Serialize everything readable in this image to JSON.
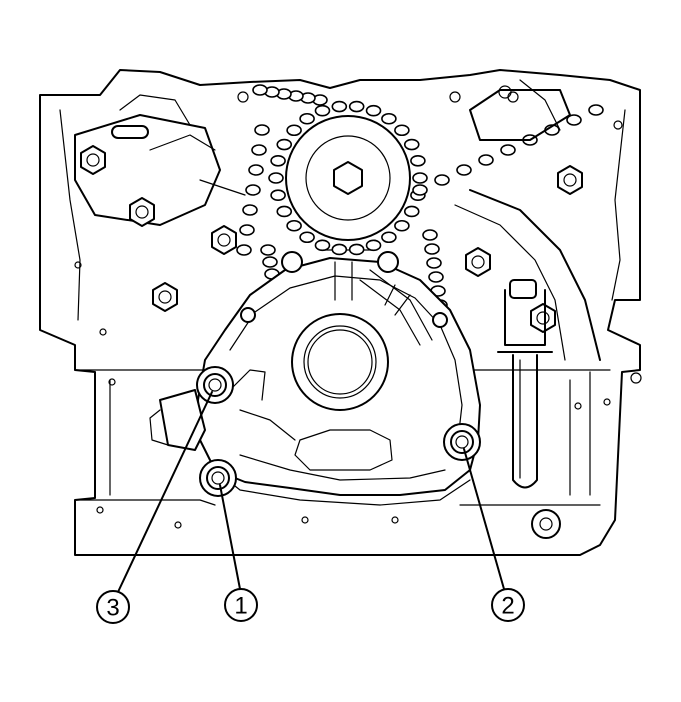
{
  "callouts": [
    {
      "label": "3",
      "target": "upper-left-pump-bolt"
    },
    {
      "label": "1",
      "target": "lower-left-pump-bolt"
    },
    {
      "label": "2",
      "target": "right-pump-bolt"
    }
  ]
}
